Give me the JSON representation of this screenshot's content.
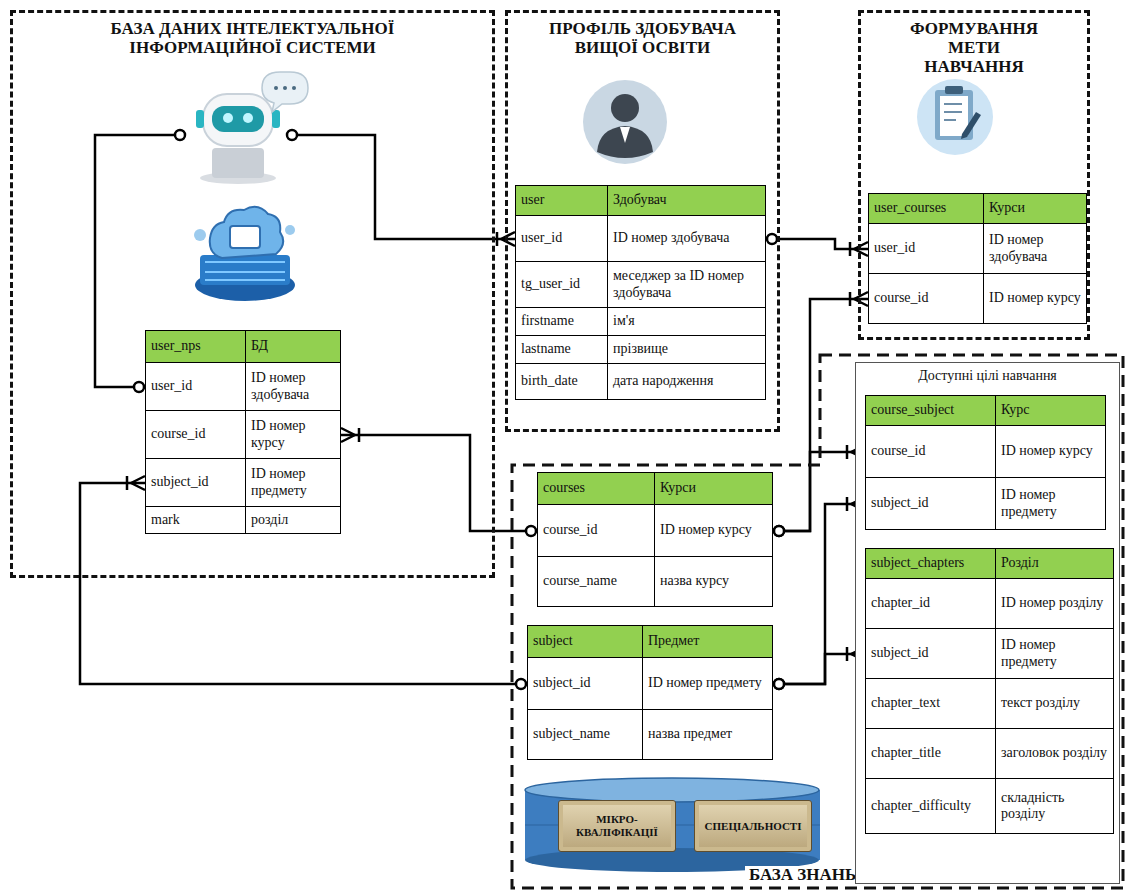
{
  "diagram": {
    "nodes": [
      {
        "text": [
          "БАЗА ДАНИХ ІНТЕЛЕКТУАЛЬНОЇ ІНФОРМАЦІЙНОЇ СИСТЕМИ"
        ]
      },
      {
        "text": [
          "user_nps",
          "БД",
          "user_id",
          "ID номер здобувача",
          "course_id",
          "ID номер курсу",
          "subject_id",
          "ID номер предмету",
          "mark",
          "розділ"
        ],
        "in": 0
      },
      {
        "text": [
          "ПРОФІЛЬ ЗДОБУВАЧА ВИЩОЇ ОСВІТИ"
        ]
      },
      {
        "text": [
          "user",
          "Здобувач",
          "user_id",
          "ID номер здобувача",
          "tg_user_id",
          "меседжер за ID номер здобувача",
          "firstname",
          "ім'я",
          "lastname",
          "прізвище",
          "birth_date",
          "дата народження"
        ],
        "in": 2
      },
      {
        "text": [
          "ФОРМУВАННЯ МЕТИ НАВЧАННЯ"
        ]
      },
      {
        "text": [
          "user_courses",
          "Курси",
          "user_id",
          "ID номер здобувача",
          "course_id",
          "ID номер курсу"
        ],
        "in": 4
      },
      {
        "text": [
          "БАЗА ЗНАНЬ"
        ]
      },
      {
        "text": [
          "Доступні цілі навчання"
        ],
        "in": 6
      },
      {
        "text": [
          "course_subject",
          "Курс",
          "course_id",
          "ID номер курсу",
          "subject_id",
          "ID номер предмету"
        ],
        "in": 7
      },
      {
        "text": [
          "subject_chapters",
          "Розділ",
          "chapter_id",
          "ID номер розділу",
          "subject_id",
          "ID номер предмету",
          "chapter_text",
          "текст розділу",
          "chapter_title",
          "заголовок розділу",
          "chapter_difficulty",
          "складність розділу"
        ],
        "in": 7
      },
      {
        "text": [
          "courses",
          "Курси",
          "course_id",
          "ID номер курсу",
          "course_name",
          "назва курсу"
        ],
        "in": 6
      },
      {
        "text": [
          "subject",
          "Предмет",
          "subject_id",
          "ID номер предмету",
          "subject_name",
          "назва предмет"
        ],
        "in": 6
      },
      {
        "text": [
          "МІКРО- КВАЛІФІКАЦІЇ"
        ],
        "in": 6
      },
      {
        "text": [
          "СПЕЦІАЛЬНОСТІ"
        ],
        "in": 6
      }
    ],
    "edges": [
      {
        "from": 1,
        "to": 3,
        "arrow": "to"
      },
      {
        "from": 3,
        "to": 5,
        "arrow": "to"
      },
      {
        "from": 10,
        "to": 5,
        "arrow": "to"
      },
      {
        "from": 10,
        "to": 8,
        "arrow": "to"
      },
      {
        "from": 10,
        "to": 1,
        "arrow": "to"
      },
      {
        "from": 11,
        "to": 1,
        "arrow": "to"
      },
      {
        "from": 11,
        "to": 8,
        "arrow": "to"
      },
      {
        "from": 11,
        "to": 9,
        "arrow": "to"
      }
    ]
  }
}
